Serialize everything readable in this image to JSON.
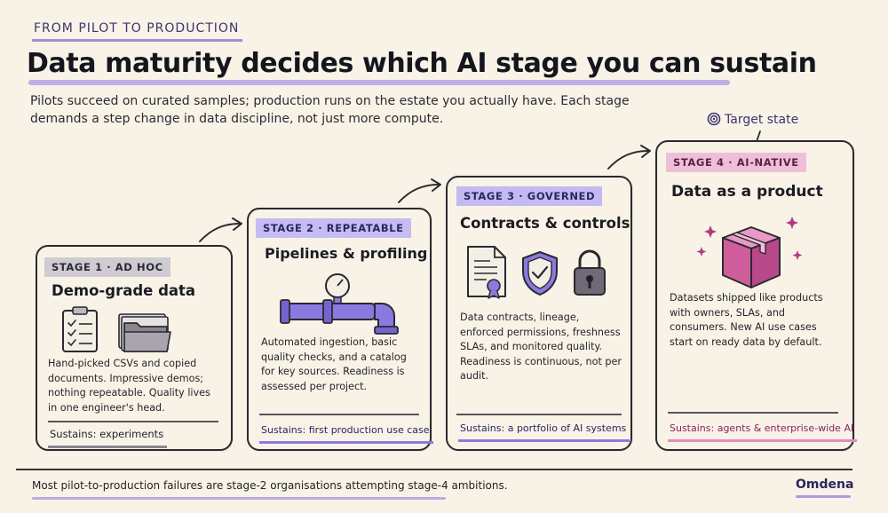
{
  "header": {
    "kicker": "FROM PILOT TO PRODUCTION",
    "title": "Data maturity decides which AI stage you can sustain",
    "subtitle": "Pilots succeed on curated samples; production runs on the estate you actually have. Each stage demands a step change in data discipline, not just more compute."
  },
  "target": {
    "label": "Target state",
    "icon": "target-icon"
  },
  "stages": [
    {
      "badge": "STAGE 1 · AD HOC",
      "title": "Demo-grade data",
      "body": "Hand-picked CSVs and copied documents. Impressive demos; nothing repeatable. Quality lives in one engineer's head.",
      "sustains": "Sustains: experiments",
      "icons": [
        "clipboard-checklist-icon",
        "folder-stack-icon"
      ],
      "colors": {
        "badge_bg": "#cfcbd2",
        "accent": "#8a8690"
      }
    },
    {
      "badge": "STAGE 2 · REPEATABLE",
      "title": "Pipelines & profiling",
      "body": "Automated ingestion, basic quality checks, and a catalog for key sources. Readiness is assessed per project.",
      "sustains": "Sustains: first production use case",
      "icons": [
        "pipeline-gauge-icon"
      ],
      "colors": {
        "badge_bg": "#c6bcf2",
        "accent": "#8a7ae0"
      }
    },
    {
      "badge": "STAGE 3 · GOVERNED",
      "title": "Contracts & controls",
      "body": "Data contracts, lineage, enforced permissions, freshness SLAs, and monitored quality. Readiness is continuous, not per audit.",
      "sustains": "Sustains: a portfolio of AI systems",
      "icons": [
        "contract-icon",
        "shield-check-icon",
        "padlock-icon"
      ],
      "colors": {
        "badge_bg": "#c2baf0",
        "accent": "#7f6fdb"
      }
    },
    {
      "badge": "STAGE 4 · AI-NATIVE",
      "title": "Data as a product",
      "body": "Datasets shipped like products with owners, SLAs, and consumers. New AI use cases start on ready data by default.",
      "sustains": "Sustains: agents & enterprise-wide AI",
      "icons": [
        "product-box-icon"
      ],
      "colors": {
        "badge_bg": "#efbfd9",
        "accent": "#d86aa6"
      }
    }
  ],
  "footer": {
    "note": "Most pilot-to-production failures are stage-2 organisations attempting stage-4 ambitions.",
    "brand": "Omdena"
  }
}
